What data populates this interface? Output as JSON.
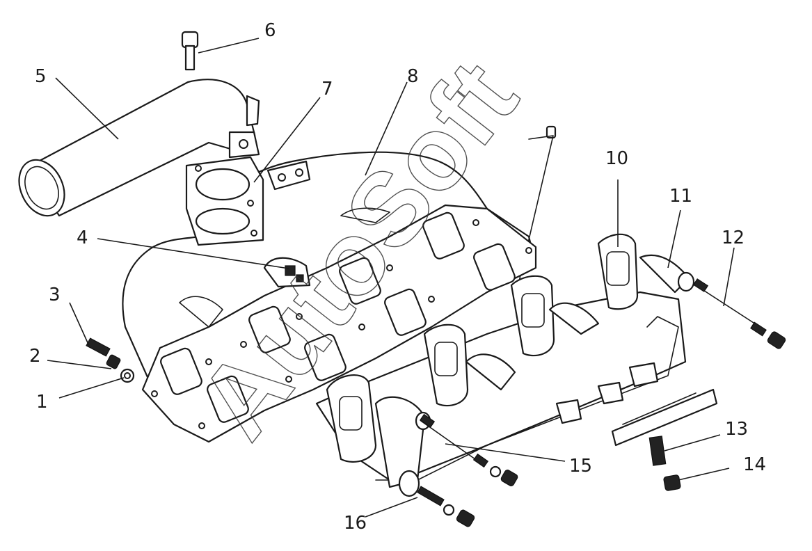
{
  "diagram": {
    "watermark": "AutoSoft",
    "callouts": [
      {
        "id": "callout-1",
        "label": "1"
      },
      {
        "id": "callout-2",
        "label": "2"
      },
      {
        "id": "callout-3",
        "label": "3"
      },
      {
        "id": "callout-4",
        "label": "4"
      },
      {
        "id": "callout-5",
        "label": "5"
      },
      {
        "id": "callout-6",
        "label": "6"
      },
      {
        "id": "callout-7",
        "label": "7"
      },
      {
        "id": "callout-8",
        "label": "8"
      },
      {
        "id": "callout-10",
        "label": "10"
      },
      {
        "id": "callout-11",
        "label": "11"
      },
      {
        "id": "callout-12",
        "label": "12"
      },
      {
        "id": "callout-13",
        "label": "13"
      },
      {
        "id": "callout-14",
        "label": "14"
      },
      {
        "id": "callout-15",
        "label": "15"
      },
      {
        "id": "callout-16",
        "label": "16"
      }
    ]
  }
}
